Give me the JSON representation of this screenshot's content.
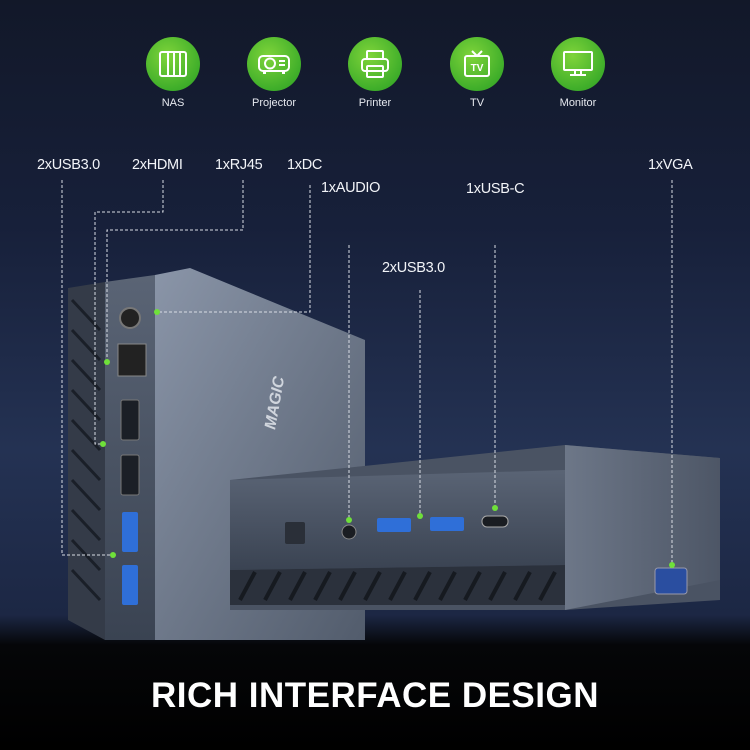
{
  "devices_row": [
    {
      "label": "NAS",
      "icon": "nas-icon"
    },
    {
      "label": "Projector",
      "icon": "projector-icon"
    },
    {
      "label": "Printer",
      "icon": "printer-icon"
    },
    {
      "label": "TV",
      "icon": "tv-icon",
      "glyph": "TV"
    },
    {
      "label": "Monitor",
      "icon": "monitor-icon"
    }
  ],
  "ports": {
    "left_usb": "2xUSB3.0",
    "hdmi": "2xHDMI",
    "rj45": "1xRJ45",
    "dc": "1xDC",
    "audio": "1xAUDIO",
    "usbc": "1xUSB-C",
    "front_usb": "2xUSB3.0",
    "vga": "1xVGA"
  },
  "logo": "MAGIC",
  "headline": "RICH INTERFACE DESIGN",
  "colors": {
    "accent": "#4cb52e",
    "dot": "#6fe03a"
  }
}
